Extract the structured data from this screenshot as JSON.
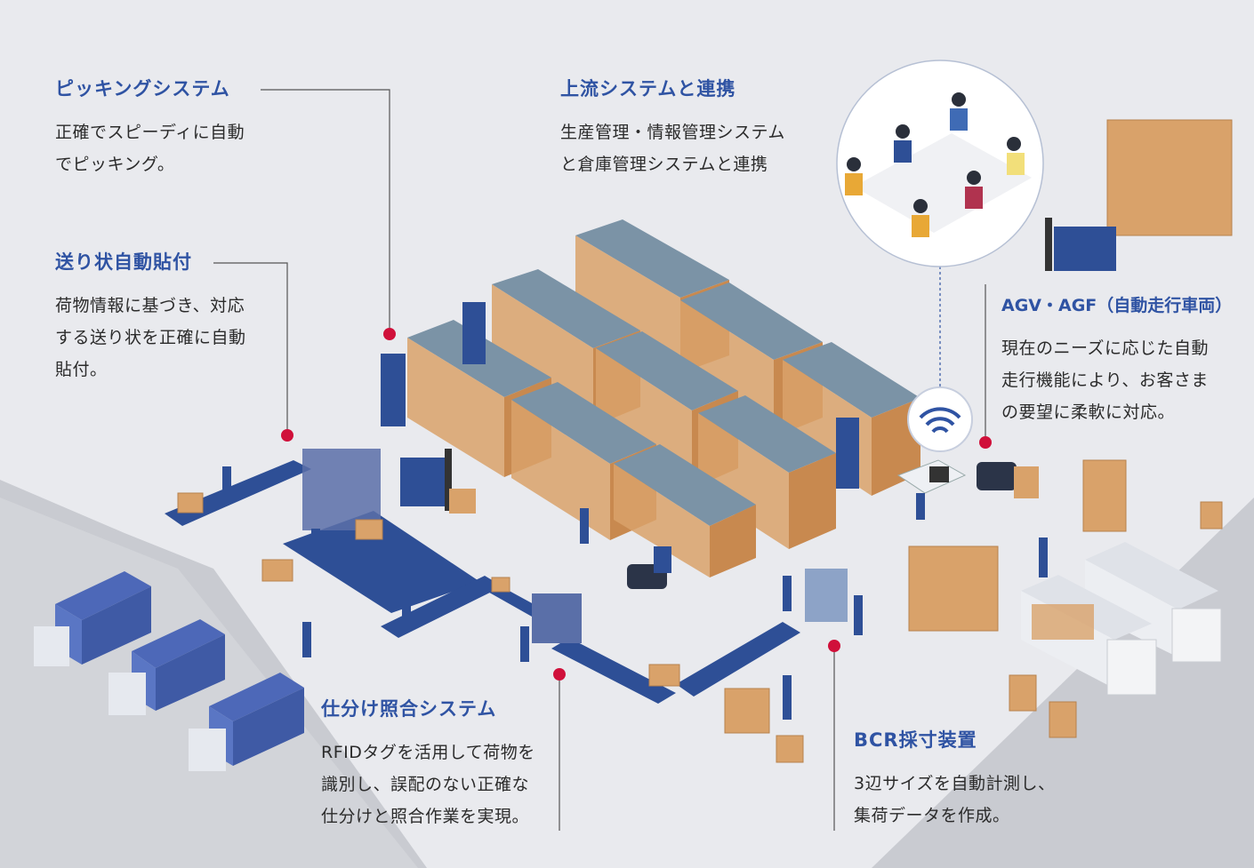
{
  "callouts": {
    "picking": {
      "title": "ピッキングシステム",
      "lines": [
        "正確でスピーディに自動",
        "でピッキング。"
      ]
    },
    "label": {
      "title": "送り状自動貼付",
      "lines": [
        "荷物情報に基づき、対応",
        "する送り状を正確に自動",
        "貼付。"
      ]
    },
    "upstream": {
      "title": "上流システムと連携",
      "lines": [
        "生産管理・情報管理システム",
        "と倉庫管理システムと連携"
      ]
    },
    "agv": {
      "title": "AGV・AGF（自動走行車両）",
      "lines": [
        "現在のニーズに応じた自動",
        "走行機能により、お客さま",
        "の要望に柔軟に対応。"
      ]
    },
    "sorting": {
      "title": "仕分け照合システム",
      "lines": [
        "RFIDタグを活用して荷物を",
        "識別し、誤配のない正確な",
        "仕分けと照合作業を実現。"
      ]
    },
    "bcr": {
      "title": "BCR採寸装置",
      "lines": [
        "3辺サイズを自動計測し、",
        "集荷データを作成。"
      ]
    }
  },
  "colors": {
    "background": "#e9eaee",
    "floor": "#c9cbd1",
    "accent_title": "#2f53a3",
    "marker_red": "#d0103a",
    "conveyor": "#2e4f96",
    "truck": "#4d68b8",
    "box": "#d9a26a",
    "shelf_roof": "#7b93a6",
    "leader_line": "#555555"
  },
  "icons": [
    "rack-icon",
    "conveyor-icon",
    "truck-icon",
    "forklift-icon",
    "agv-icon",
    "wifi-icon",
    "office-icon",
    "worker-icon",
    "box-icon"
  ]
}
